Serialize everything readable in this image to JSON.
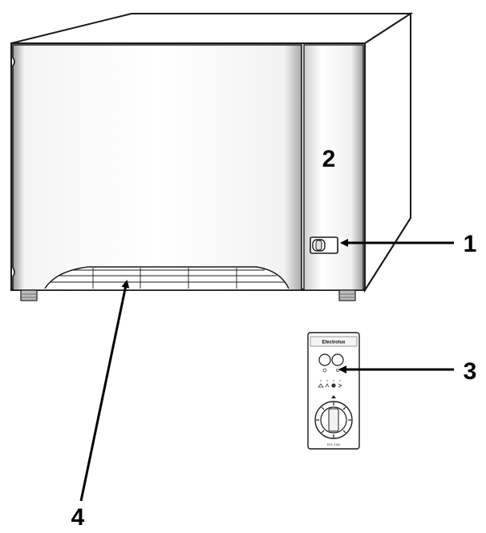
{
  "appliance": {
    "brand": "Electrolux",
    "model_text": "EDC 3150"
  },
  "callouts": [
    {
      "id": "1",
      "label": "1"
    },
    {
      "id": "2",
      "label": "2"
    },
    {
      "id": "3",
      "label": "3"
    },
    {
      "id": "4",
      "label": "4"
    }
  ],
  "colors": {
    "outline": "#1a1a1a",
    "body": "#ffffff",
    "shade": "#d9d9d9"
  }
}
